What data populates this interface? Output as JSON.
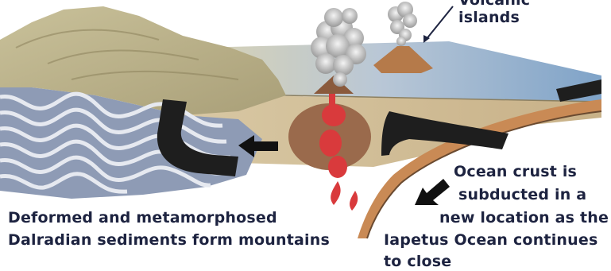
{
  "labels": {
    "volcanic_top": "Volcanic",
    "volcanic_bottom": "islands",
    "ocean_crust": [
      "Ocean crust is",
      "subducted in a",
      "new location as the",
      "Iapetus Ocean continues",
      "to close"
    ],
    "deformed": [
      "Deformed and metamorphosed",
      "Dalradian sediments form mountains"
    ]
  },
  "colors": {
    "text": "#1d2340",
    "ocean": "#7fa3c8",
    "sediment_fold_light": "#e6e9f0",
    "sediment_fold_dark": "#8e9bb5",
    "mountain": "#b7ad85",
    "crust_black": "#1e1e1e",
    "magma_red": "#d93a3c",
    "volcano_brown": "#a8724a",
    "subducting_slab": "#c98a55"
  }
}
